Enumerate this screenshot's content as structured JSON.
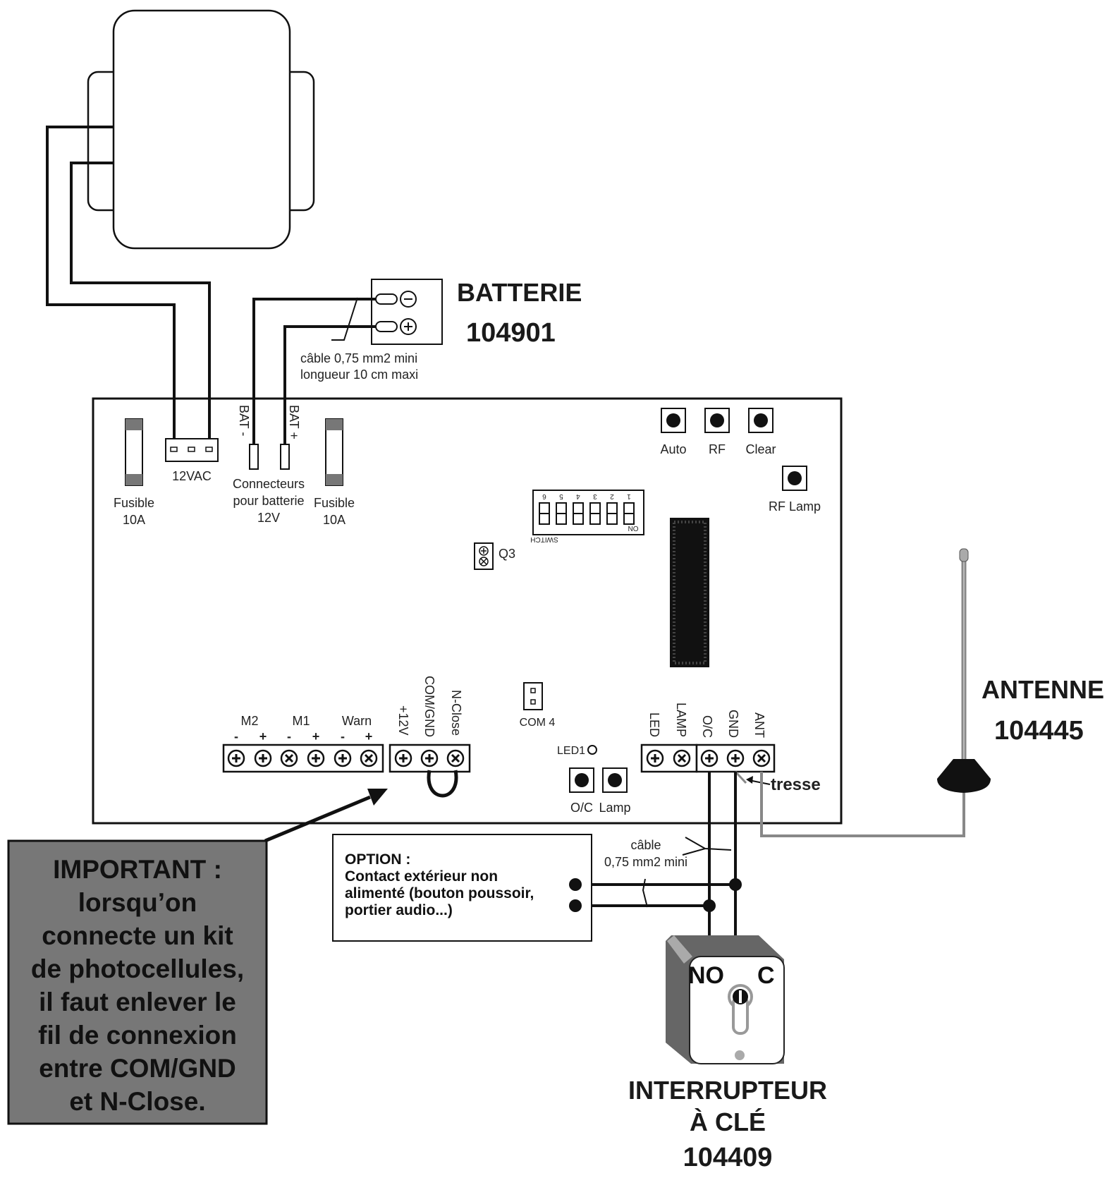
{
  "battery": {
    "title": "BATTERIE",
    "code": "104901",
    "cable_line1": "câble 0,75 mm2 mini",
    "cable_line2": "longueur 10 cm maxi"
  },
  "board": {
    "bat_minus": "BAT -",
    "bat_plus": "BAT +",
    "vac_label": "12VAC",
    "fuse_left_line1": "Fusible",
    "fuse_left_line2": "10A",
    "fuse_right_line1": "Fusible",
    "fuse_right_line2": "10A",
    "conn_line1": "Connecteurs",
    "conn_line2": "pour batterie",
    "conn_line3": "12V",
    "buttons": [
      "Auto",
      "RF",
      "Clear"
    ],
    "rf_lamp": "RF Lamp",
    "switch_label": "SWITCH",
    "switch_on": "ON",
    "switch_numbers": [
      "6",
      "5",
      "4",
      "3",
      "2",
      "1"
    ],
    "q3": "Q3",
    "com4": "COM 4",
    "led1": "LED1",
    "oc_button": "O/C",
    "lamp_button": "Lamp",
    "motor_groups": [
      "M2",
      "M1",
      "Warn"
    ],
    "motor_polarity": [
      "-",
      "+",
      "-",
      "+",
      "-",
      "+"
    ],
    "power_terminals": [
      "+12V",
      "COM/GND",
      "N-Close"
    ],
    "right_terminals": [
      "LED",
      "LAMP",
      "O/C",
      "GND",
      "ANT"
    ],
    "tresse": "tresse"
  },
  "option": {
    "title": "OPTION :",
    "line1": "Contact extérieur non",
    "line2": "alimenté (bouton poussoir,",
    "line3": "portier audio...)",
    "cable_line1": "câble",
    "cable_line2": "0,75 mm2 mini"
  },
  "antenna": {
    "title": "ANTENNE",
    "code": "104445"
  },
  "keyswitch": {
    "no": "NO",
    "c": "C",
    "title_line1": "INTERRUPTEUR",
    "title_line2": "À CLÉ",
    "code": "104409"
  },
  "important": {
    "lines": [
      "IMPORTANT :",
      "lorsqu’on",
      "connecte un kit",
      "de photocellules,",
      "il faut enlever le",
      "fil de connexion",
      "entre COM/GND",
      "et N-Close."
    ]
  }
}
